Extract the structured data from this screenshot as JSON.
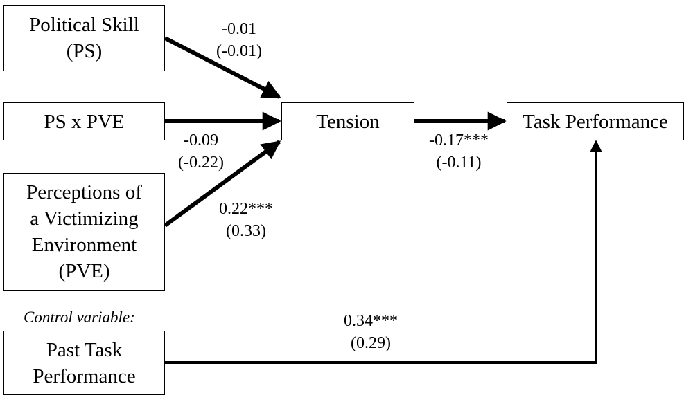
{
  "colors": {
    "line": "#000000",
    "box_border": "#000000",
    "background": "#ffffff"
  },
  "nodes": {
    "political_skill": "Political Skill\n(PS)",
    "ps_x_pve": "PS x PVE",
    "pve": "Perceptions of\na Victimizing\nEnvironment\n(PVE)",
    "tension": "Tension",
    "task_performance": "Task Performance",
    "past_task_performance": "Past Task\nPerformance"
  },
  "control_label": "Control variable:",
  "paths": {
    "ps_to_tension": "-0.01\n(-0.01)",
    "interaction_to_tension": "-0.09\n(-0.22)",
    "pve_to_tension": "0.22***\n(0.33)",
    "tension_to_performance": "-0.17***\n(-0.11)",
    "past_to_performance": "0.34***\n(0.29)"
  }
}
